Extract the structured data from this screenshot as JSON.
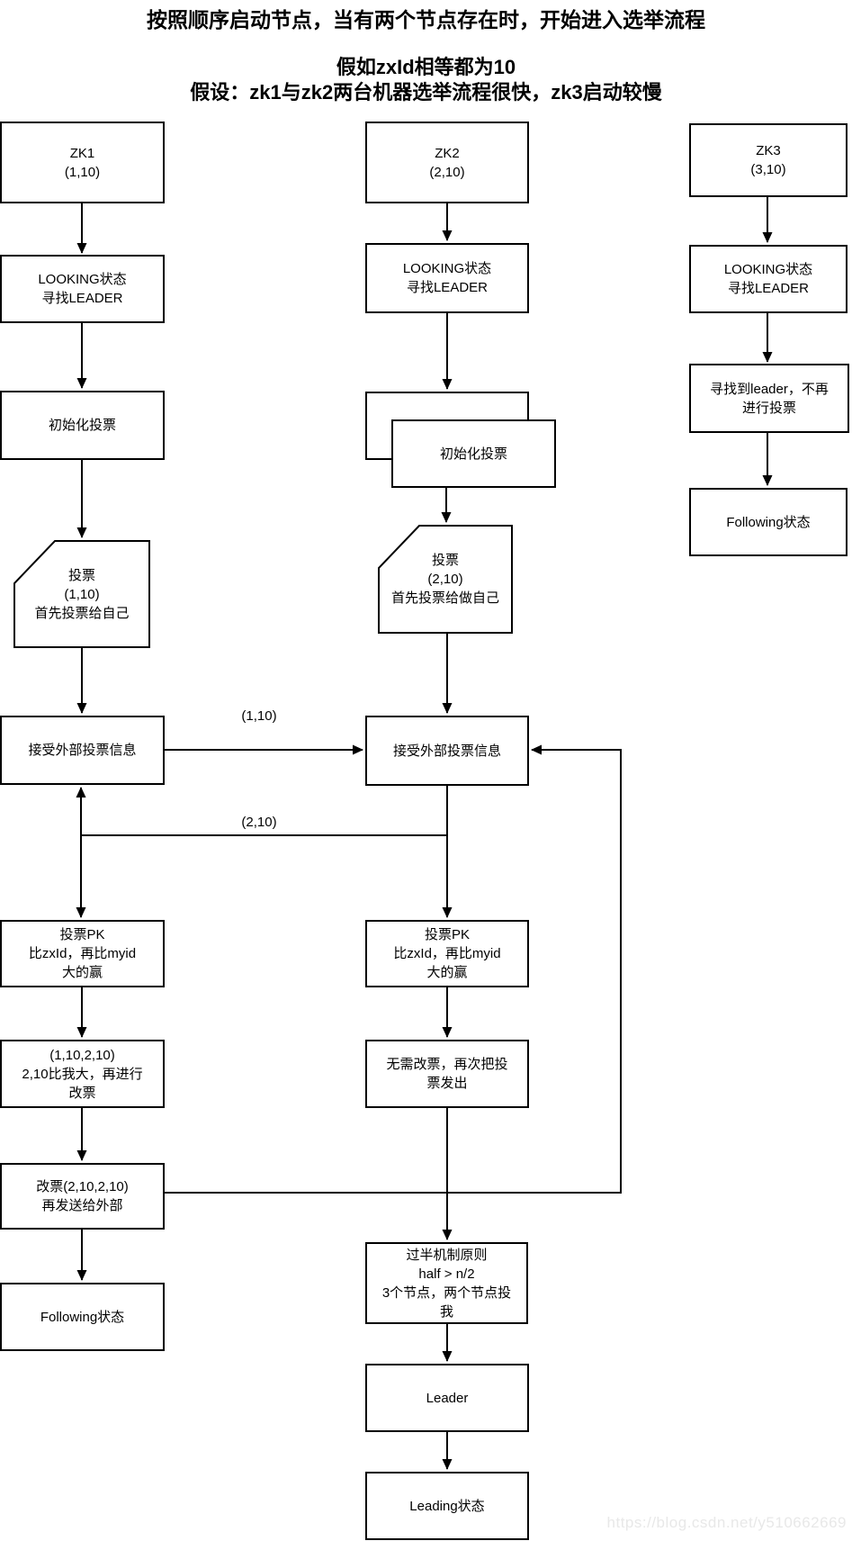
{
  "title": {
    "line1": "按照顺序启动节点，当有两个节点存在时，开始进入选举流程",
    "line2": "假如zxId相等都为10",
    "line3": "假设：zk1与zk2两台机器选举流程很快，zk3启动较慢"
  },
  "edge_labels": {
    "vote_1_10": "(1,10)",
    "vote_2_10": "(2,10)"
  },
  "columns": {
    "zk1": {
      "node": [
        "ZK1",
        "(1,10)"
      ],
      "looking": [
        "LOOKING状态",
        "寻找LEADER"
      ],
      "init_vote": "初始化投票",
      "vote_card": [
        "投票",
        "(1,10)",
        "首先投票给自己"
      ],
      "receive": "接受外部投票信息",
      "pk": [
        "投票PK",
        "比zxId，再比myid",
        "大的赢"
      ],
      "compare": [
        "(1,10,2,10)",
        "2,10比我大，再进行",
        "改票"
      ],
      "change": [
        "改票(2,10,2,10)",
        "再发送给外部"
      ],
      "following": "Following状态"
    },
    "zk2": {
      "node": [
        "ZK2",
        "(2,10)"
      ],
      "looking": [
        "LOOKING状态",
        "寻找LEADER"
      ],
      "init_vote": "初始化投票",
      "vote_card": [
        "投票",
        "(2,10)",
        "首先投票给做自己"
      ],
      "receive": "接受外部投票信息",
      "pk": [
        "投票PK",
        "比zxId，再比myid",
        "大的赢"
      ],
      "no_change": [
        "无需改票，再次把投",
        "票发出"
      ],
      "majority": [
        "过半机制原则",
        "half > n/2",
        "3个节点，两个节点投",
        "我"
      ],
      "leader": "Leader",
      "leading": "Leading状态"
    },
    "zk3": {
      "node": [
        "ZK3",
        "(3,10)"
      ],
      "looking": [
        "LOOKING状态",
        "寻找LEADER"
      ],
      "found": [
        "寻找到leader，不再",
        "进行投票"
      ],
      "following": "Following状态"
    }
  },
  "watermark": "https://blog.csdn.net/y510662669"
}
